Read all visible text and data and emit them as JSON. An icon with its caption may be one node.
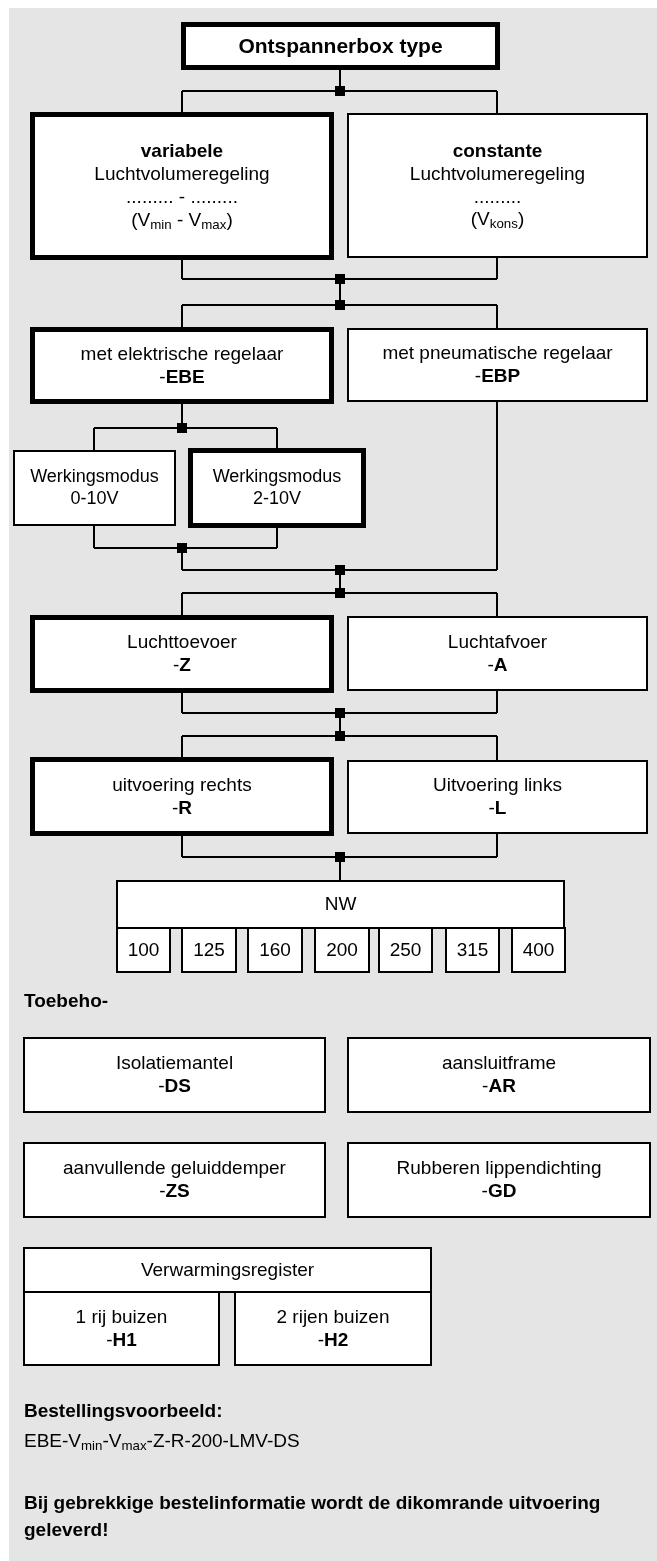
{
  "diagram": {
    "nodes": [
      {
        "text": [
          "Ontspannerbox type"
        ]
      },
      {
        "text": [
          "variabele",
          "Luchtvolumeregeling",
          "......... - .........",
          "(V$_{min}$ - V$_{max}$)"
        ]
      },
      {
        "text": [
          "constante",
          "Luchtvolumeregeling",
          ".........",
          "(V$_{kons}$)"
        ]
      },
      {
        "text": [
          "met elektrische regelaar",
          "-**EBE**"
        ]
      },
      {
        "text": [
          "met pneumatische regelaar",
          "-**EBP**"
        ]
      },
      {
        "text": [
          "Werkingsmodus",
          "0-10V"
        ]
      },
      {
        "text": [
          "Werkingsmodus",
          "2-10V"
        ]
      },
      {
        "text": [
          "Luchttoevoer",
          "-**Z**"
        ]
      },
      {
        "text": [
          "Luchtafvoer",
          "-**A**"
        ]
      },
      {
        "text": [
          "uitvoering rechts",
          "-**R**"
        ]
      },
      {
        "text": [
          "Uitvoering links",
          "-**L**"
        ]
      },
      {
        "text": [
          "NW"
        ]
      },
      {
        "text": [
          "100"
        ]
      },
      {
        "text": [
          "125"
        ]
      },
      {
        "text": [
          "160"
        ]
      },
      {
        "text": [
          "200"
        ]
      },
      {
        "text": [
          "250"
        ]
      },
      {
        "text": [
          "315"
        ]
      },
      {
        "text": [
          "400"
        ]
      },
      {
        "text": [
          "Isolatiemantel",
          "-**DS**"
        ]
      },
      {
        "text": [
          "aansluitframe",
          "-**AR**"
        ]
      },
      {
        "text": [
          "aanvullende geluiddemper",
          "-**ZS**"
        ]
      },
      {
        "text": [
          "Rubberen lippendichting",
          "-**GD**"
        ]
      },
      {
        "text": [
          "Verwarmingsregister"
        ]
      },
      {
        "text": [
          "1 rij buizen",
          "-**H1**"
        ]
      },
      {
        "text": [
          "2 rijen buizen",
          "-**H2**"
        ]
      }
    ],
    "edges": [
      {
        "from": 0,
        "to": 1,
        "arrow": "none"
      },
      {
        "from": 0,
        "to": 2,
        "arrow": "none"
      },
      {
        "from": 1,
        "to": 3,
        "arrow": "none"
      },
      {
        "from": 1,
        "to": 4,
        "arrow": "none"
      },
      {
        "from": 2,
        "to": 3,
        "arrow": "none"
      },
      {
        "from": 2,
        "to": 4,
        "arrow": "none"
      },
      {
        "from": 3,
        "to": 5,
        "arrow": "none"
      },
      {
        "from": 3,
        "to": 6,
        "arrow": "none"
      },
      {
        "from": 5,
        "to": 7,
        "arrow": "none"
      },
      {
        "from": 5,
        "to": 8,
        "arrow": "none"
      },
      {
        "from": 6,
        "to": 7,
        "arrow": "none"
      },
      {
        "from": 6,
        "to": 8,
        "arrow": "none"
      },
      {
        "from": 4,
        "to": 7,
        "arrow": "none"
      },
      {
        "from": 4,
        "to": 8,
        "arrow": "none"
      },
      {
        "from": 7,
        "to": 9,
        "arrow": "none"
      },
      {
        "from": 7,
        "to": 10,
        "arrow": "none"
      },
      {
        "from": 8,
        "to": 9,
        "arrow": "none"
      },
      {
        "from": 8,
        "to": 10,
        "arrow": "none"
      },
      {
        "from": 9,
        "to": 11,
        "arrow": "none"
      },
      {
        "from": 10,
        "to": 11,
        "arrow": "none"
      }
    ],
    "labels": [
      "Toebeho-",
      "Bestellingsvoorbeeld:",
      "EBE-V$_{min}$-V$_{max}$-Z-R-200-LMV-DS",
      "Bij gebrekkige bestelinformatie wordt de dikomrande uitvoering geleverd!"
    ]
  }
}
